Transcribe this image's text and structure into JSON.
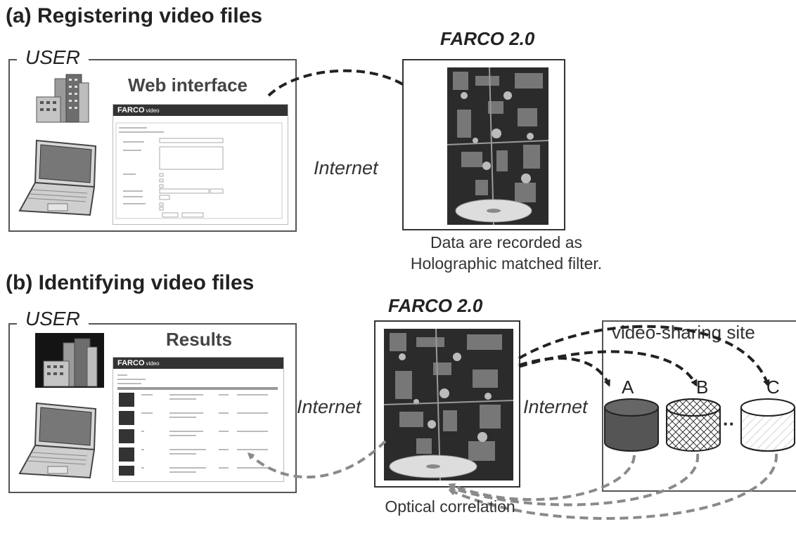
{
  "section_a": {
    "heading": "(a) Registering video files",
    "user_label": "USER",
    "panel_title": "Web interface",
    "mini_brand": "FARCO",
    "mini_brand_sub": "video",
    "farco_title": "FARCO 2.0",
    "internet_label": "Internet",
    "caption_line1": "Data are recorded as",
    "caption_line2": "Holographic matched filter."
  },
  "section_b": {
    "heading": "(b) Identifying video files",
    "user_label": "USER",
    "panel_title": "Results",
    "mini_brand": "FARCO",
    "mini_brand_sub": "video",
    "farco_title": "FARCO 2.0",
    "internet_left": "Internet",
    "internet_right": "Internet",
    "site_label": "video-sharing site",
    "cylinders": [
      "A",
      "B",
      "C"
    ],
    "ellipsis": "··",
    "caption": "Optical correlation"
  },
  "colors": {
    "dark_arrow": "#222222",
    "gray_arrow": "#8a8a8a",
    "cylinder_a": "#555555"
  }
}
